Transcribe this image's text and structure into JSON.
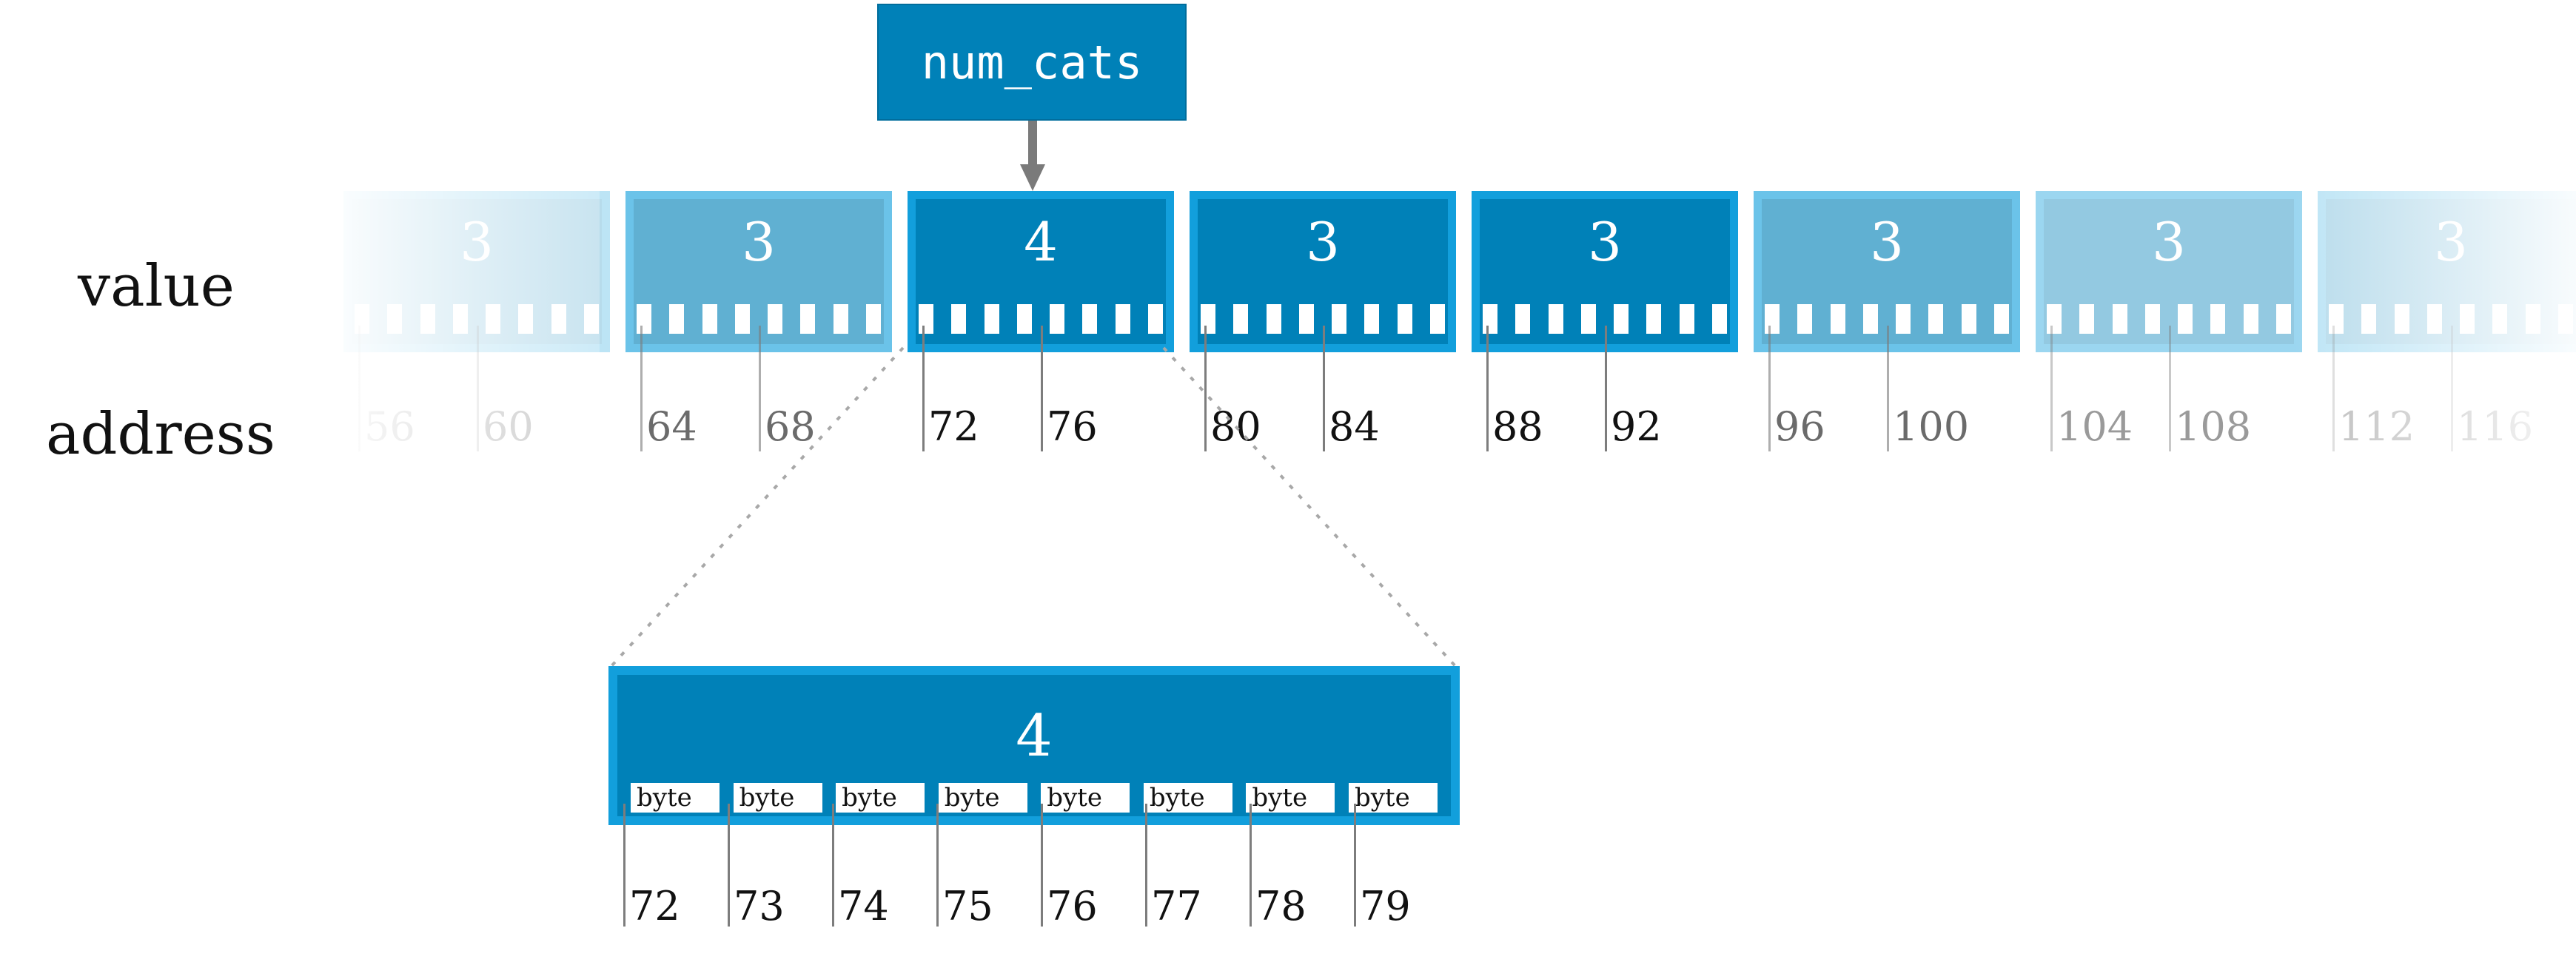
{
  "variable": {
    "name": "num_cats"
  },
  "labels": {
    "value": "value",
    "address": "address"
  },
  "cells": [
    {
      "value": "3",
      "addresses": [
        "56",
        "60"
      ]
    },
    {
      "value": "3",
      "addresses": [
        "64",
        "68"
      ]
    },
    {
      "value": "4",
      "addresses": [
        "72",
        "76"
      ]
    },
    {
      "value": "3",
      "addresses": [
        "80",
        "84"
      ]
    },
    {
      "value": "3",
      "addresses": [
        "88",
        "92"
      ]
    },
    {
      "value": "3",
      "addresses": [
        "96",
        "100"
      ]
    },
    {
      "value": "3",
      "addresses": [
        "104",
        "108"
      ]
    },
    {
      "value": "3",
      "addresses": [
        "112",
        "116"
      ]
    }
  ],
  "zoom": {
    "value": "4",
    "bytes": [
      {
        "label": "byte",
        "address": "72"
      },
      {
        "label": "byte",
        "address": "73"
      },
      {
        "label": "byte",
        "address": "74"
      },
      {
        "label": "byte",
        "address": "75"
      },
      {
        "label": "byte",
        "address": "76"
      },
      {
        "label": "byte",
        "address": "77"
      },
      {
        "label": "byte",
        "address": "78"
      },
      {
        "label": "byte",
        "address": "79"
      }
    ]
  },
  "colors": {
    "cell_fill": "#0081b8",
    "cell_border": "#129fdc",
    "arrow": "#7a7a7a"
  }
}
